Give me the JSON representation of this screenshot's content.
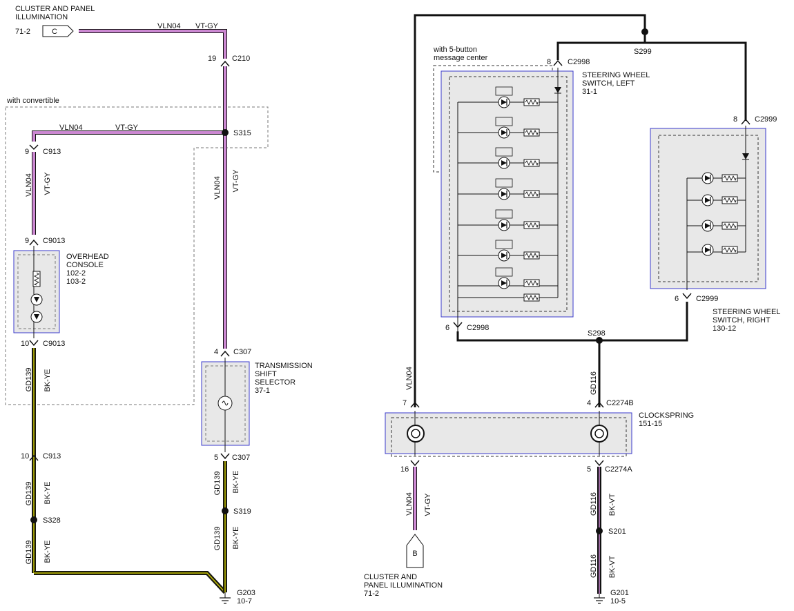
{
  "colors": {
    "wire_vtgy": "#cc88d2",
    "wire_bkye_core": "#1a1a10",
    "wire_bkye_stripe": "#c8c400",
    "wire_bkvt_stripe": "#cc88d2",
    "wire_black": "#111111",
    "component_fill": "#e8e8e8",
    "component_border": "#3a3acc",
    "dashed": "#777777"
  },
  "icons": [
    "led-icon",
    "resistor-icon",
    "diode-icon",
    "ground-icon",
    "splice-dot-icon",
    "connector-arrow-icon",
    "coil-icon",
    "clockspring-icon",
    "offpage-connector-icon"
  ],
  "left": {
    "source_title_1": "CLUSTER AND PANEL",
    "source_title_2": "ILLUMINATION",
    "source_ref": "71-2",
    "source_conn": "C",
    "top_wire_circuit": "VLN04",
    "top_wire_color": "VT-GY",
    "c210_pin": "19",
    "c210": "C210",
    "convertible_note": "with convertible",
    "branch_circuit": "VLN04",
    "branch_color": "VT-GY",
    "s315": "S315",
    "c913_top_pin": "9",
    "c913_top": "C913",
    "vert1_circuit": "VLN04",
    "vert1_color": "VT-GY",
    "vert2_circuit": "VLN04",
    "vert2_color": "VT-GY",
    "c9013_top_pin": "9",
    "c9013_top": "C9013",
    "overhead_1": "OVERHEAD",
    "overhead_2": "CONSOLE",
    "overhead_3": "102-2",
    "overhead_4": "103-2",
    "c9013_bot_pin": "10",
    "c9013_bot": "C9013",
    "gd139_a_circuit": "GD139",
    "gd139_a_color": "BK-YE",
    "c307_top_pin": "4",
    "c307_top": "C307",
    "trans_1": "TRANSMISSION",
    "trans_2": "SHIFT",
    "trans_3": "SELECTOR",
    "trans_4": "37-1",
    "c913_bot_pin": "10",
    "c913_bot": "C913",
    "c307_bot_pin": "5",
    "c307_bot": "C307",
    "gd139_b_circuit": "GD139",
    "gd139_b_color": "BK-YE",
    "gd139_c_circuit": "GD139",
    "gd139_c_color": "BK-YE",
    "s328": "S328",
    "s319": "S319",
    "gd139_d_circuit": "GD139",
    "gd139_d_color": "BK-YE",
    "gd139_e_circuit": "GD139",
    "gd139_e_color": "BK-YE",
    "g203": "G203",
    "g203_ref": "10-7"
  },
  "right": {
    "five_button_1": "with 5-button",
    "five_button_2": "message center",
    "s299": "S299",
    "c2998_top_pin": "8",
    "c2998_top": "C2998",
    "swl_1": "STEERING WHEEL",
    "swl_2": "SWITCH, LEFT",
    "swl_3": "31-1",
    "c2999_top_pin": "8",
    "c2999_top": "C2999",
    "c2998_bot_pin": "6",
    "c2998_bot": "C2998",
    "c2999_bot_pin": "6",
    "c2999_bot": "C2999",
    "swr_1": "STEERING WHEEL",
    "swr_2": "SWITCH, RIGHT",
    "swr_3": "130-12",
    "s298": "S298",
    "vln04_circuit": "VLN04",
    "gd116_a_circuit": "GD116",
    "c2274b_pin": "7",
    "c2274b_pin2": "4",
    "c2274b": "C2274B",
    "clockspring_1": "CLOCKSPRING",
    "clockspring_2": "151-15",
    "c2274a_pin1": "16",
    "c2274a_pin2": "5",
    "c2274a": "C2274A",
    "vln04_b_circuit": "VLN04",
    "vln04_b_color": "VT-GY",
    "gd116_b_circuit": "GD116",
    "gd116_b_color": "BK-VT",
    "s201": "S201",
    "gd116_c_circuit": "GD116",
    "gd116_c_color": "BK-VT",
    "dest_conn": "B",
    "dest_1": "CLUSTER AND",
    "dest_2": "PANEL ILLUMINATION",
    "dest_3": "71-2",
    "g201": "G201",
    "g201_ref": "10-5"
  }
}
